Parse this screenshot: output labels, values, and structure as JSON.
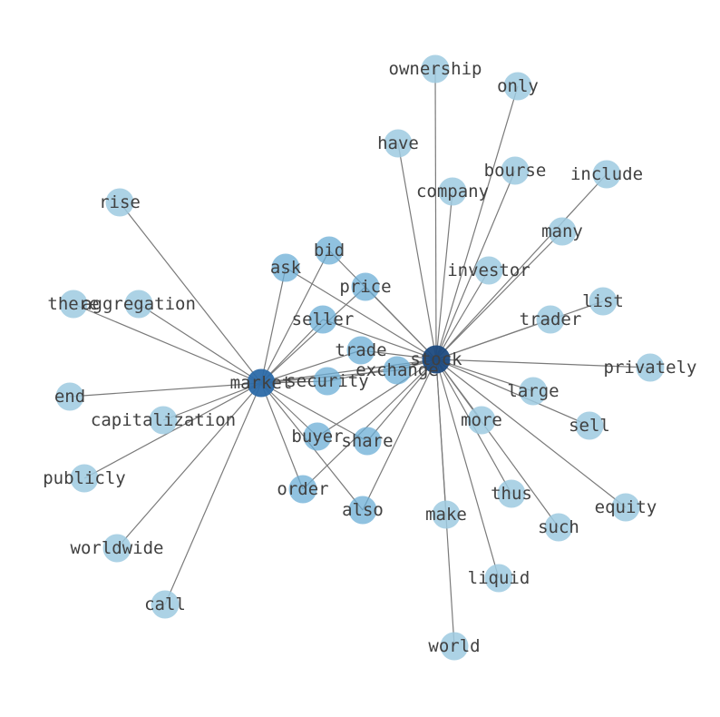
{
  "graph": {
    "colors": {
      "background": "#ffffff",
      "edge": "#7a7a7a",
      "label": "#404040",
      "node_default": "#9ecae1",
      "node_mid": "#6baed6",
      "node_hub_market": "#2c6aa8",
      "node_hub_stock": "#1c4a80"
    },
    "hubs": [
      "market",
      "stock"
    ],
    "nodes": [
      {
        "id": "ownership",
        "label": "ownership",
        "weight": 1
      },
      {
        "id": "only",
        "label": "only",
        "weight": 1
      },
      {
        "id": "have",
        "label": "have",
        "weight": 1
      },
      {
        "id": "bourse",
        "label": "bourse",
        "weight": 1
      },
      {
        "id": "include",
        "label": "include",
        "weight": 1
      },
      {
        "id": "company",
        "label": "company",
        "weight": 1
      },
      {
        "id": "rise",
        "label": "rise",
        "weight": 1
      },
      {
        "id": "bid",
        "label": "bid",
        "weight": 2
      },
      {
        "id": "many",
        "label": "many",
        "weight": 1
      },
      {
        "id": "ask",
        "label": "ask",
        "weight": 2
      },
      {
        "id": "investor",
        "label": "investor",
        "weight": 1
      },
      {
        "id": "price",
        "label": "price",
        "weight": 2
      },
      {
        "id": "list",
        "label": "list",
        "weight": 1
      },
      {
        "id": "there",
        "label": "there",
        "weight": 1
      },
      {
        "id": "aggregation",
        "label": "aggregation",
        "weight": 1
      },
      {
        "id": "seller",
        "label": "seller",
        "weight": 2
      },
      {
        "id": "trader",
        "label": "trader",
        "weight": 1
      },
      {
        "id": "trade",
        "label": "trade",
        "weight": 2
      },
      {
        "id": "stock",
        "label": "stock",
        "weight": 4
      },
      {
        "id": "privately",
        "label": "privately",
        "weight": 1
      },
      {
        "id": "exchange",
        "label": "exchange",
        "weight": 2
      },
      {
        "id": "market",
        "label": "market",
        "weight": 3
      },
      {
        "id": "security",
        "label": "security",
        "weight": 2
      },
      {
        "id": "large",
        "label": "large",
        "weight": 1
      },
      {
        "id": "end",
        "label": "end",
        "weight": 1
      },
      {
        "id": "more",
        "label": "more",
        "weight": 1
      },
      {
        "id": "capitalization",
        "label": "capitalization",
        "weight": 1
      },
      {
        "id": "sell",
        "label": "sell",
        "weight": 1
      },
      {
        "id": "buyer",
        "label": "buyer",
        "weight": 2
      },
      {
        "id": "share",
        "label": "share",
        "weight": 2
      },
      {
        "id": "publicly",
        "label": "publicly",
        "weight": 1
      },
      {
        "id": "order",
        "label": "order",
        "weight": 2
      },
      {
        "id": "thus",
        "label": "thus",
        "weight": 1
      },
      {
        "id": "equity",
        "label": "equity",
        "weight": 1
      },
      {
        "id": "also",
        "label": "also",
        "weight": 2
      },
      {
        "id": "make",
        "label": "make",
        "weight": 1
      },
      {
        "id": "such",
        "label": "such",
        "weight": 1
      },
      {
        "id": "worldwide",
        "label": "worldwide",
        "weight": 1
      },
      {
        "id": "liquid",
        "label": "liquid",
        "weight": 1
      },
      {
        "id": "call",
        "label": "call",
        "weight": 1
      },
      {
        "id": "world",
        "label": "world",
        "weight": 1
      }
    ],
    "edges": [
      [
        "stock",
        "ownership"
      ],
      [
        "stock",
        "only"
      ],
      [
        "stock",
        "have"
      ],
      [
        "stock",
        "bourse"
      ],
      [
        "stock",
        "include"
      ],
      [
        "stock",
        "company"
      ],
      [
        "stock",
        "many"
      ],
      [
        "stock",
        "investor"
      ],
      [
        "stock",
        "list"
      ],
      [
        "stock",
        "trader"
      ],
      [
        "stock",
        "privately"
      ],
      [
        "stock",
        "large"
      ],
      [
        "stock",
        "sell"
      ],
      [
        "stock",
        "more"
      ],
      [
        "stock",
        "equity"
      ],
      [
        "stock",
        "such"
      ],
      [
        "stock",
        "thus"
      ],
      [
        "stock",
        "liquid"
      ],
      [
        "stock",
        "make"
      ],
      [
        "stock",
        "world"
      ],
      [
        "stock",
        "exchange"
      ],
      [
        "stock",
        "trade"
      ],
      [
        "stock",
        "price"
      ],
      [
        "stock",
        "bid"
      ],
      [
        "stock",
        "ask"
      ],
      [
        "stock",
        "seller"
      ],
      [
        "stock",
        "share"
      ],
      [
        "stock",
        "buyer"
      ],
      [
        "stock",
        "order"
      ],
      [
        "stock",
        "also"
      ],
      [
        "stock",
        "security"
      ],
      [
        "stock",
        "market"
      ],
      [
        "market",
        "rise"
      ],
      [
        "market",
        "there"
      ],
      [
        "market",
        "aggregation"
      ],
      [
        "market",
        "end"
      ],
      [
        "market",
        "capitalization"
      ],
      [
        "market",
        "publicly"
      ],
      [
        "market",
        "worldwide"
      ],
      [
        "market",
        "call"
      ],
      [
        "market",
        "ask"
      ],
      [
        "market",
        "bid"
      ],
      [
        "market",
        "price"
      ],
      [
        "market",
        "seller"
      ],
      [
        "market",
        "trade"
      ],
      [
        "market",
        "security"
      ],
      [
        "market",
        "exchange"
      ],
      [
        "market",
        "buyer"
      ],
      [
        "market",
        "share"
      ],
      [
        "market",
        "order"
      ],
      [
        "market",
        "also"
      ]
    ]
  }
}
